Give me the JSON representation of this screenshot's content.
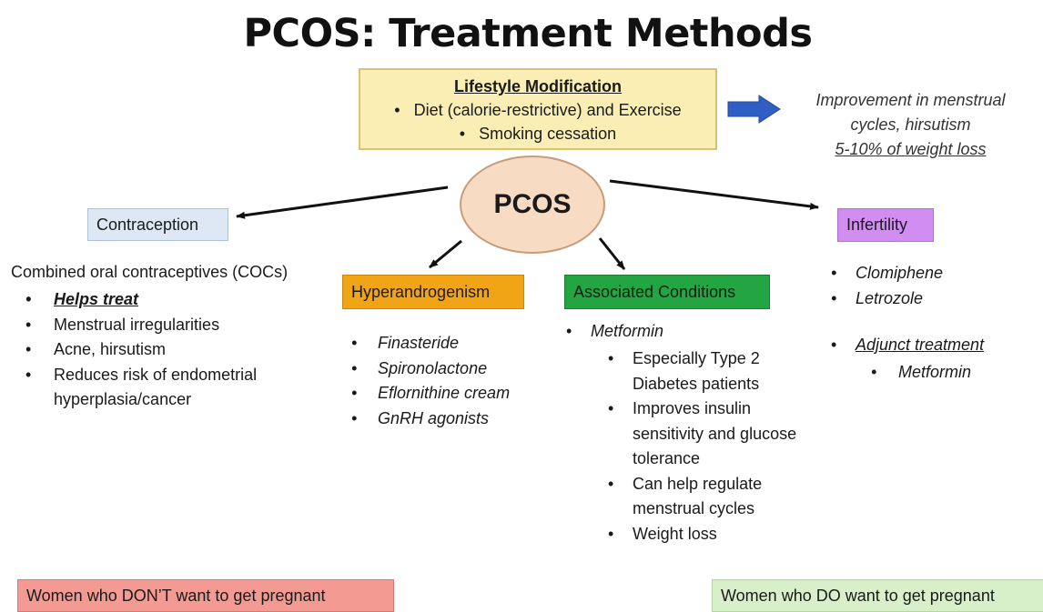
{
  "title": "PCOS: Treatment Methods",
  "center_label": "PCOS",
  "lifestyle": {
    "heading": "Lifestyle Modification",
    "items": [
      "Diet (calorie-restrictive) and Exercise",
      "Smoking cessation"
    ]
  },
  "outcome": {
    "line1": "Improvement in menstrual",
    "line2": "cycles, hirsutism",
    "line3": "5-10% of weight loss"
  },
  "contraception": {
    "label": "Contraception",
    "heading": "Combined oral contraceptives (COCs)",
    "items": [
      "Helps treat",
      "Menstrual irregularities",
      "Acne, hirsutism",
      "Reduces risk of endometrial hyperplasia/cancer"
    ]
  },
  "hyperandrogenism": {
    "label": "Hyperandrogenism",
    "items": [
      "Finasteride",
      "Spironolactone",
      "Eflornithine cream",
      "GnRH agonists"
    ]
  },
  "associated": {
    "label": "Associated Conditions",
    "drug": "Metformin",
    "items": [
      "Especially Type 2 Diabetes patients",
      "Improves insulin sensitivity and glucose tolerance",
      "Can help regulate menstrual cycles",
      "Weight loss"
    ]
  },
  "infertility": {
    "label": "Infertility",
    "items": [
      "Clomiphene",
      "Letrozole"
    ],
    "adjunct_heading": "Adjunct treatment",
    "adjunct_items": [
      "Metformin"
    ]
  },
  "footer": {
    "left": "Women who DON’T want to get pregnant",
    "right": "Women who DO want to get pregnant"
  },
  "colors": {
    "lifestyle_fill": "#fbeeb4",
    "pcos_fill": "#f8dbc3",
    "contraception_fill": "#dde8f4",
    "infertility_fill": "#d28df2",
    "hyperandrogenism_fill": "#f1a516",
    "associated_fill": "#24a543",
    "footer_left_fill": "#f39b93",
    "footer_right_fill": "#d8f0c9",
    "outcome_arrow": "#2f5fc4"
  }
}
